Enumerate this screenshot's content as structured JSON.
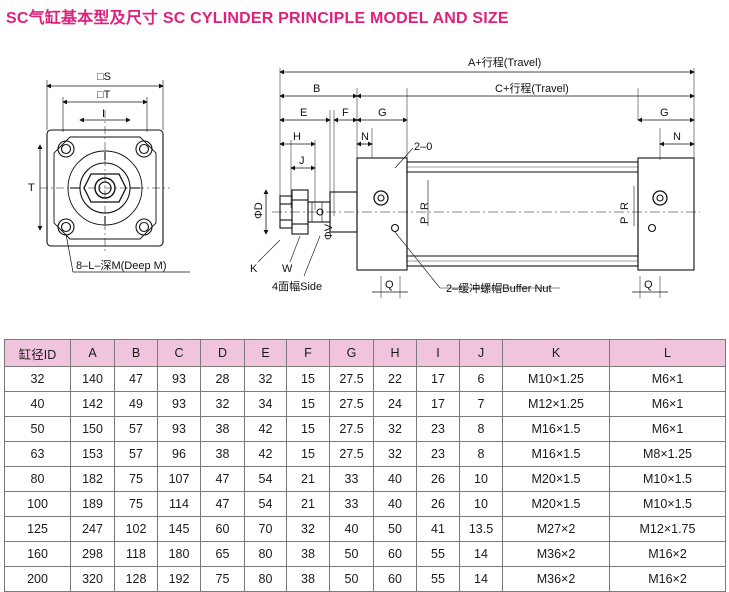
{
  "title": "SC气缸基本型及尺寸 SC CYLINDER PRINCIPLE MODEL AND SIZE",
  "drawing": {
    "labels": {
      "square_s": "□S",
      "square_t": "□T",
      "i": "I",
      "t": "T",
      "deep_m": "8–L–深M(Deep M)",
      "a_travel": "A+行程(Travel)",
      "c_travel": "C+行程(Travel)",
      "b": "B",
      "e": "E",
      "f": "F",
      "g": "G",
      "g2": "G",
      "h": "H",
      "j": "J",
      "n": "N",
      "n2": "N",
      "o": "2–0",
      "phi_d": "ΦD",
      "phi_v": "ΦV",
      "r": "R",
      "p": "P",
      "r2": "R",
      "p2": "P",
      "k": "K",
      "w": "W",
      "side": "4面幅Side",
      "q": "Q",
      "q2": "Q",
      "buffer": "2–缓冲螺帽Buffer Nut"
    }
  },
  "table": {
    "headers": [
      "缸径ID",
      "A",
      "B",
      "C",
      "D",
      "E",
      "F",
      "G",
      "H",
      "I",
      "J",
      "K",
      "L"
    ],
    "rows": [
      [
        "32",
        "140",
        "47",
        "93",
        "28",
        "32",
        "15",
        "27.5",
        "22",
        "17",
        "6",
        "M10×1.25",
        "M6×1"
      ],
      [
        "40",
        "142",
        "49",
        "93",
        "32",
        "34",
        "15",
        "27.5",
        "24",
        "17",
        "7",
        "M12×1.25",
        "M6×1"
      ],
      [
        "50",
        "150",
        "57",
        "93",
        "38",
        "42",
        "15",
        "27.5",
        "32",
        "23",
        "8",
        "M16×1.5",
        "M6×1"
      ],
      [
        "63",
        "153",
        "57",
        "96",
        "38",
        "42",
        "15",
        "27.5",
        "32",
        "23",
        "8",
        "M16×1.5",
        "M8×1.25"
      ],
      [
        "80",
        "182",
        "75",
        "107",
        "47",
        "54",
        "21",
        "33",
        "40",
        "26",
        "10",
        "M20×1.5",
        "M10×1.5"
      ],
      [
        "100",
        "189",
        "75",
        "114",
        "47",
        "54",
        "21",
        "33",
        "40",
        "26",
        "10",
        "M20×1.5",
        "M10×1.5"
      ],
      [
        "125",
        "247",
        "102",
        "145",
        "60",
        "70",
        "32",
        "40",
        "50",
        "41",
        "13.5",
        "M27×2",
        "M12×1.75"
      ],
      [
        "160",
        "298",
        "118",
        "180",
        "65",
        "80",
        "38",
        "50",
        "60",
        "55",
        "14",
        "M36×2",
        "M16×2"
      ],
      [
        "200",
        "320",
        "128",
        "192",
        "75",
        "80",
        "38",
        "50",
        "60",
        "55",
        "14",
        "M36×2",
        "M16×2"
      ]
    ]
  }
}
